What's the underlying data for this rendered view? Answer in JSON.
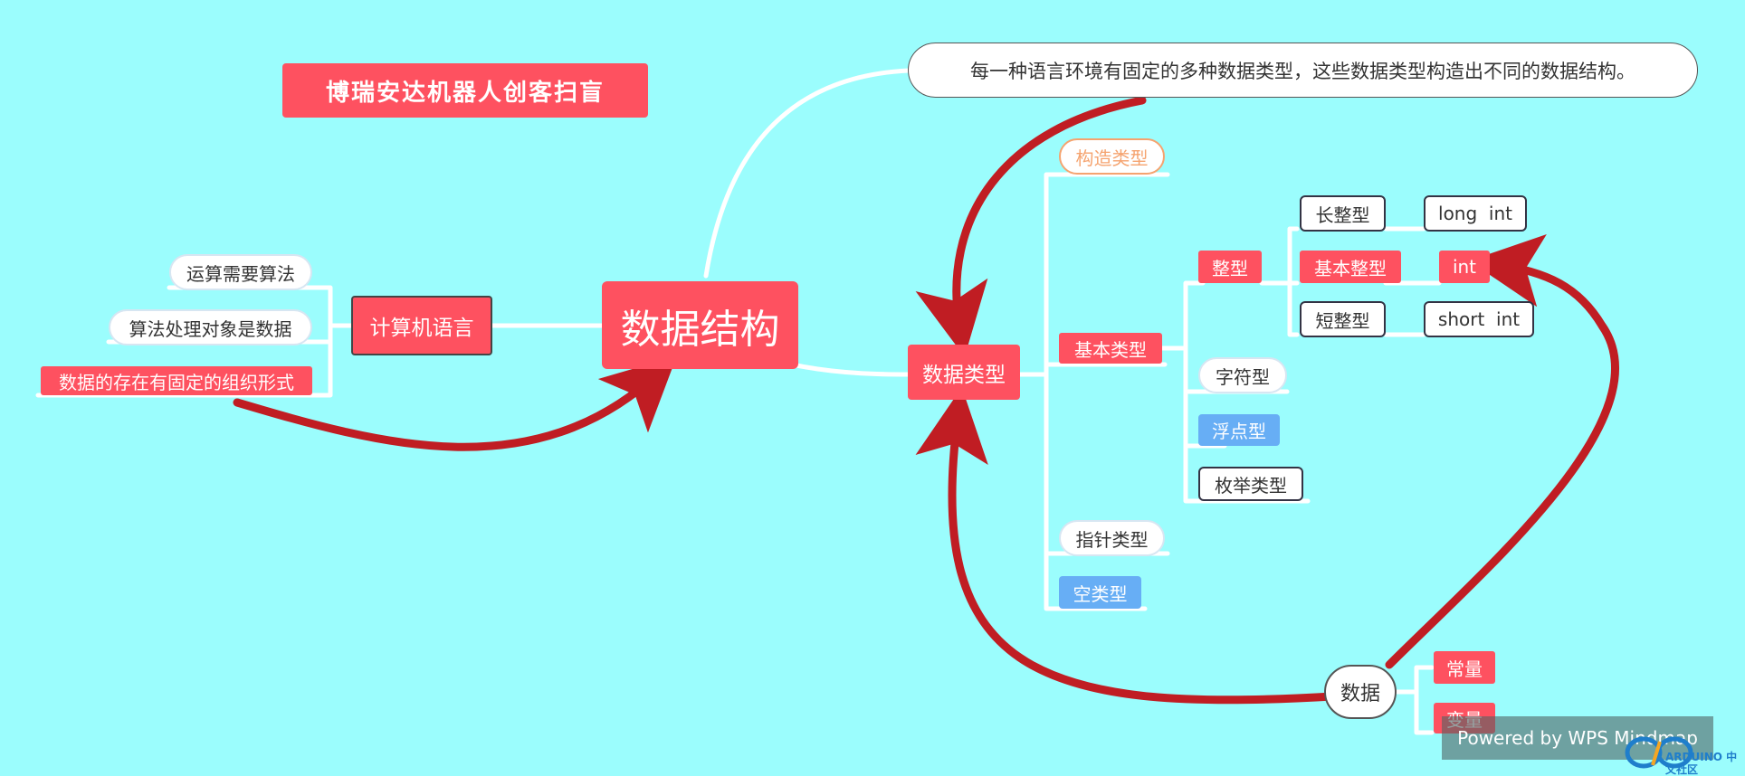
{
  "banner": "博瑞安达机器人创客扫盲",
  "central": "数据结构",
  "computer_language": {
    "label": "计算机语言",
    "children": [
      "运算需要算法",
      "算法处理对象是数据",
      "数据的存在有固定的组织形式"
    ]
  },
  "callout": "每一种语言环境有固定的多种数据类型，这些数据类型构造出不同的数据结构。",
  "data_types": {
    "label": "数据类型",
    "constructed": "构造类型",
    "basic": {
      "label": "基本类型",
      "integer": {
        "label": "整型",
        "kinds": [
          {
            "name": "长整型",
            "code": "long  int"
          },
          {
            "name": "基本整型",
            "code": "int"
          },
          {
            "name": "短整型",
            "code": "short  int"
          }
        ]
      },
      "char": "字符型",
      "float": "浮点型",
      "enum": "枚举类型"
    },
    "pointer": "指针类型",
    "void": "空类型"
  },
  "data": {
    "label": "数据",
    "children": [
      "常量",
      "变量"
    ]
  },
  "footer": "Powered by WPS Mindmap",
  "watermark": "ARDUINO 中文社区",
  "colors": {
    "background": "#9bfdfd",
    "accent": "#fe5160",
    "arrow": "#c01d23",
    "blue": "#67aef5",
    "orange": "#f5a36f"
  }
}
